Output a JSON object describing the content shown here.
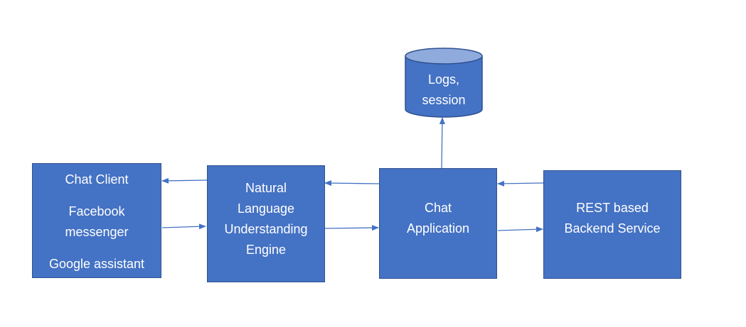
{
  "diagram": {
    "nodes": {
      "chat_client": {
        "title": "Chat Client",
        "line1": "Facebook",
        "line2": "messenger",
        "line3": "Google assistant"
      },
      "nlu": {
        "line1": "Natural",
        "line2": "Language",
        "line3": "Understanding",
        "line4": "Engine"
      },
      "chat_app": {
        "line1": "Chat",
        "line2": "Application"
      },
      "backend": {
        "line1": "REST based",
        "line2": "Backend Service"
      },
      "datastore": {
        "line1": "Logs,",
        "line2": "session"
      }
    },
    "colors": {
      "box_fill": "#4472c4",
      "box_border": "#2f528f",
      "cylinder_top": "#8faadc",
      "arrow": "#4472c4",
      "text": "#ffffff"
    }
  }
}
